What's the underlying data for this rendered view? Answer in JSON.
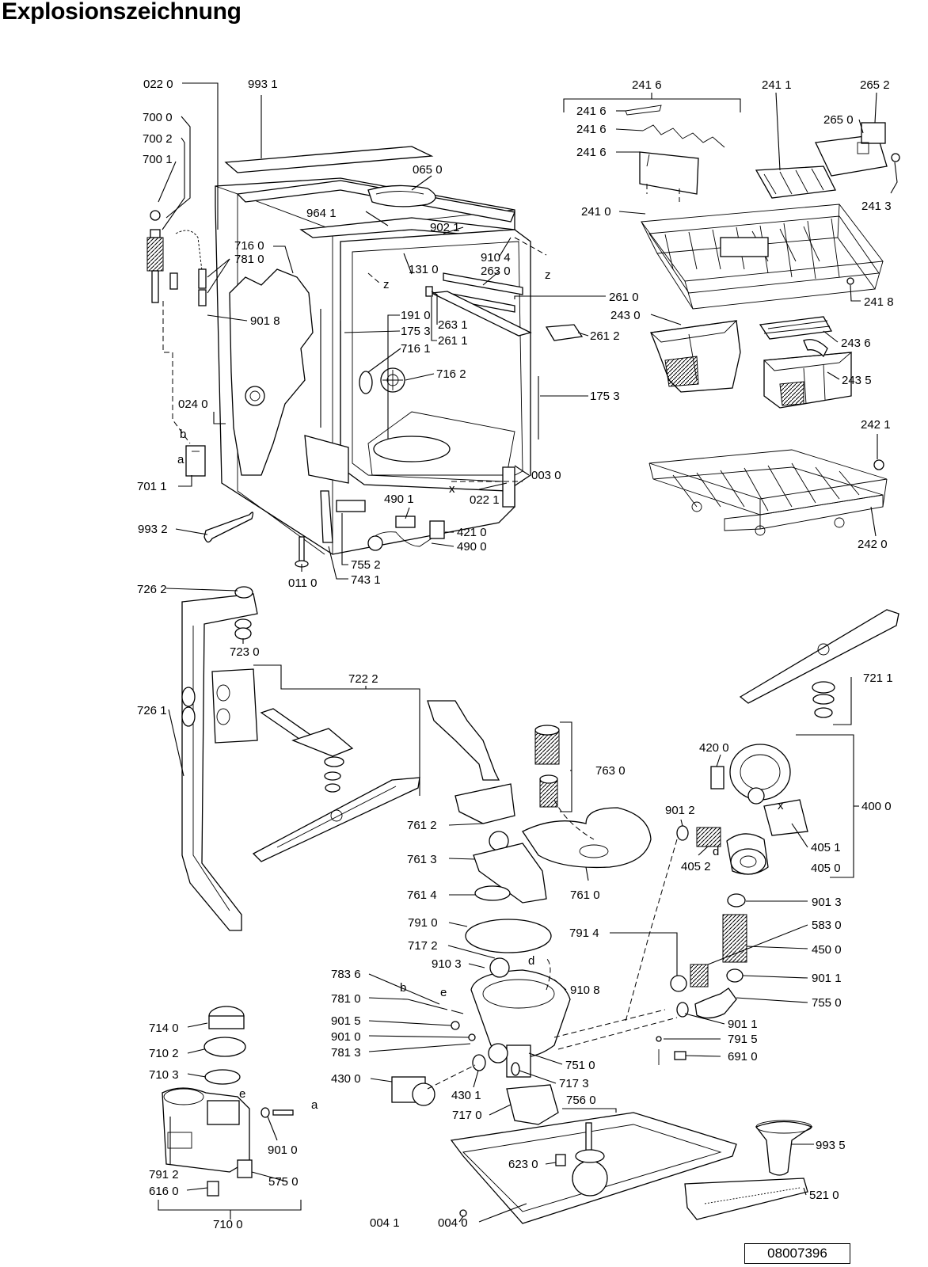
{
  "title": "Explosionszeichnung",
  "drawing_number": "08007396",
  "labels": {
    "p0220": "022 0",
    "p9931": "993 1",
    "p7000": "700 0",
    "p7002": "700 2",
    "p7001": "700 1",
    "p0650": "065 0",
    "p9641": "964 1",
    "p9021": "902 1",
    "p7160": "716 0",
    "p7810": "781 0",
    "p1310": "131 0",
    "p9104": "910 4",
    "p2630": "263 0",
    "p9018": "901 8",
    "p1910": "191 0",
    "p1753a": "175 3",
    "p2631": "263 1",
    "p2611": "261 1",
    "p7161": "716 1",
    "p7162": "716 2",
    "p2610": "261 0",
    "p2612": "261 2",
    "p1753b": "175 3",
    "p0240": "024 0",
    "p7011": "701 1",
    "p0030": "003 0",
    "p4901": "490 1",
    "p0221": "022 1",
    "p4210": "421 0",
    "p4900": "490 0",
    "p9932": "993 2",
    "p7552": "755 2",
    "p0110": "011 0",
    "p7431": "743 1",
    "p2416top": "241 6",
    "p2416a": "241 6",
    "p2416b": "241 6",
    "p2416c": "241 6",
    "p2411": "241 1",
    "p2652": "265 2",
    "p2650": "265 0",
    "p2413": "241 3",
    "p2410": "241 0",
    "p2418": "241 8",
    "p2430": "243 0",
    "p2436": "243 6",
    "p2435": "243 5",
    "p2421": "242 1",
    "p2420": "242 0",
    "p7262": "726 2",
    "p7230": "723 0",
    "p7222": "722 2",
    "p7261": "726 1",
    "p7211": "721 1",
    "p4200": "420 0",
    "p7630": "763 0",
    "p4000": "400 0",
    "p9012": "901 2",
    "p7612": "761 2",
    "p4051": "405 1",
    "p7613": "761 3",
    "p4052": "405 2",
    "p4050": "405 0",
    "p7614": "761 4",
    "p7610": "761 0",
    "p9013": "901 3",
    "p7910": "791 0",
    "p7914": "791 4",
    "p5830": "583 0",
    "p7172": "717 2",
    "p4500": "450 0",
    "p9103": "910 3",
    "p7836": "783 6",
    "p9108": "910 8",
    "p9011a": "901 1",
    "p7810b": "781 0",
    "p7550": "755 0",
    "p9015": "901 5",
    "p9011b": "901 1",
    "p9010": "901 0",
    "p7915": "791 5",
    "p7813": "781 3",
    "p7510": "751 0",
    "p6910": "691 0",
    "p7140": "714 0",
    "p7102": "710 2",
    "p4300": "430 0",
    "p7173": "717 3",
    "p4301": "430 1",
    "p7103": "710 3",
    "p7560": "756 0",
    "p7170": "717 0",
    "p9010b": "901 0",
    "p6230": "623 0",
    "p9935": "993 5",
    "p7912": "791 2",
    "p5750": "575 0",
    "p6160": "616 0",
    "p5210": "521 0",
    "p7100": "710 0",
    "p0041": "004 1",
    "p0040": "004 0",
    "m_z1": "z",
    "m_z2": "z",
    "m_x1": "x",
    "m_b1": "b",
    "m_a1": "a",
    "m_x2": "x",
    "m_d1": "d",
    "m_e1": "e",
    "m_b2": "b",
    "m_e2": "e",
    "m_a2": "a",
    "m_d2": "d"
  }
}
